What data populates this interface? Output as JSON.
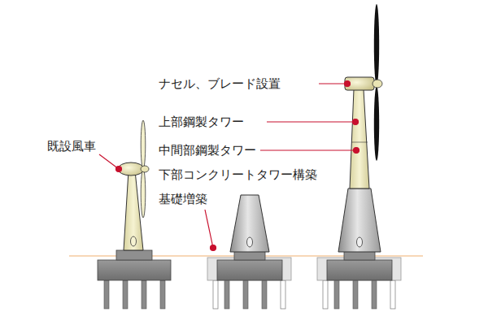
{
  "diagram": {
    "labels": [
      "既設風車",
      "ナセル、ブレード設置",
      "上部鋼製タワー",
      "中間部鋼製タワー",
      "下部コンクリートタワー構築",
      "基礎増築"
    ]
  }
}
